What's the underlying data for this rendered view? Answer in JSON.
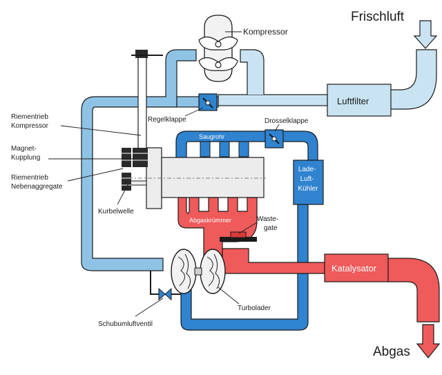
{
  "labels": {
    "frischluft": "Frischluft",
    "abgas": "Abgas",
    "kompressor": "Kompressor",
    "luftfilter": "Luftfilter",
    "regelklappe": "Regelklappe",
    "drosselklappe": "Drosselklappe",
    "saugrohr": "Saugrohr",
    "ladeluftkuehler": [
      "Lade-",
      "Luft-",
      "Kühler"
    ],
    "riementrieb_kompressor": [
      "Riementrieb",
      "Kompressor"
    ],
    "magnet_kupplung": [
      "Magnet-",
      "Kupplung"
    ],
    "riementrieb_nebenaggregate": [
      "Riementrieb",
      "Nebenaggregate"
    ],
    "kurbelwelle": "Kurbelwelle",
    "abgaskruemmer": "Abgaskrümmer",
    "wastegate": [
      "Waste-",
      "gate"
    ],
    "katalysator": "Katalysator",
    "turbolader": "Turbolader",
    "schubumluftventil": "Schubumluftventil"
  },
  "colors": {
    "air_light": "#c9e3f2",
    "air_mid": "#8fc3e6",
    "air_boost": "#2f83cf",
    "exhaust": "#ef5a5a",
    "exhaust_dark": "#d93a3a",
    "engine_block": "#ececec",
    "outline": "#1a1a1a"
  }
}
